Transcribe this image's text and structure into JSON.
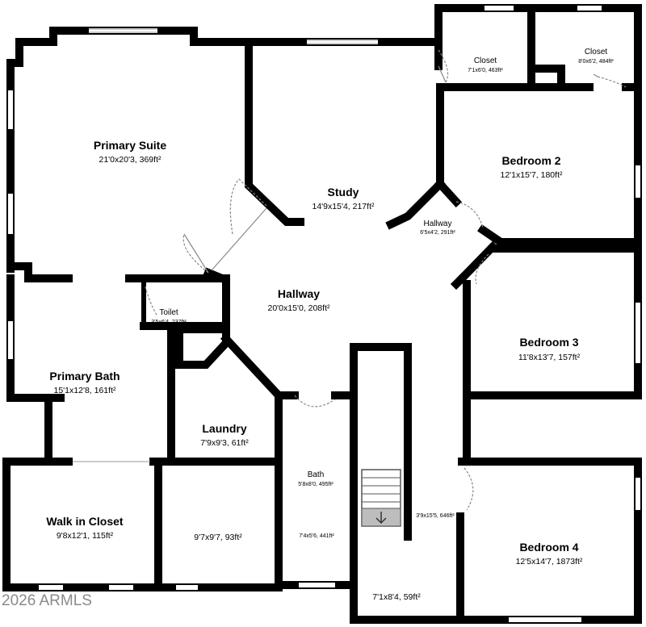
{
  "rooms": {
    "primary_suite": {
      "name": "Primary Suite",
      "dims": "21'0x20'3, 369ft²"
    },
    "study": {
      "name": "Study",
      "dims": "14'9x15'4, 217ft²"
    },
    "closet_1": {
      "name": "Closet",
      "dims": "7'1x6'0, 463ft²"
    },
    "closet_2": {
      "name": "Closet",
      "dims": "8'0x6'2, 484ft²"
    },
    "bedroom_2": {
      "name": "Bedroom 2",
      "dims": "12'1x15'7, 180ft²"
    },
    "hallway_small": {
      "name": "Hallway",
      "dims": "6'5x4'2, 291ft²"
    },
    "hallway_main": {
      "name": "Hallway",
      "dims": "20'0x15'0, 208ft²"
    },
    "toilet": {
      "name": "Toilet",
      "dims": "3'5x6'4, 237ft²"
    },
    "bedroom_3": {
      "name": "Bedroom 3",
      "dims": "11'8x13'7, 157ft²"
    },
    "primary_bath": {
      "name": "Primary Bath",
      "dims": "15'1x12'8, 161ft²"
    },
    "laundry": {
      "name": "Laundry",
      "dims": "7'9x9'3, 61ft²"
    },
    "bath": {
      "name": "Bath",
      "dims": "5'8x8'0, 495ft²"
    },
    "walk_in_closet": {
      "name": "Walk in Closet",
      "dims": "9'8x12'1, 115ft²"
    },
    "room_9_7": {
      "dims": "9'7x9'7, 93ft²"
    },
    "room_7_4": {
      "dims": "7'4x5'6, 441ft²"
    },
    "corridor": {
      "dims": "3'9x15'5, 646ft²"
    },
    "bedroom_4": {
      "name": "Bedroom 4",
      "dims": "12'5x14'7, 1873ft²"
    },
    "landing": {
      "dims": "7'1x8'4, 59ft²"
    }
  },
  "watermark": "2026 ARMLS",
  "icons": {
    "stairs_arrow": "arrow-down-icon"
  }
}
